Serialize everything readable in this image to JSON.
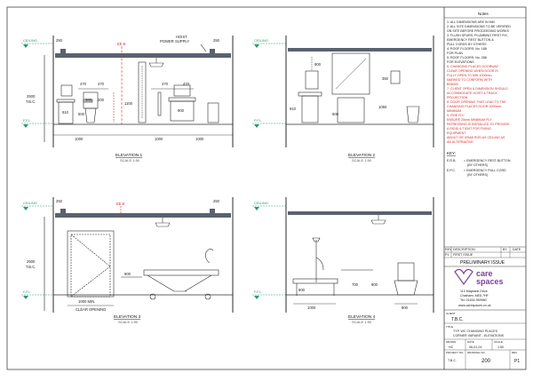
{
  "colors": {
    "line": "#2b2b2b",
    "dim": "#222222",
    "level_marker": "#2a9a6a",
    "red_note": "#d23030",
    "brand_purple": "#7c3f98",
    "ceiling_fill": "#5a6270"
  },
  "elevations": [
    {
      "title": "ELEVATION 1",
      "scale": "SCALE 1:50",
      "ceiling_label": "CEILING",
      "ffl_label": "F.F.L.",
      "height_dim": "2500",
      "height_sub": "T.B.C.",
      "top_dims": [
        "250",
        "250"
      ],
      "hoist_label": "HOIST",
      "power_label": "POWER SUPPLY",
      "red_dim_top": "EE.E",
      "inner_dims": [
        "470",
        "470",
        "470",
        "470",
        "300",
        "200",
        "900",
        "600",
        "1100"
      ],
      "bottom_dims": [
        "1000",
        "1000",
        "1000"
      ],
      "left_dim": "910"
    },
    {
      "title": "ELEVATION 2",
      "scale": "SCALE 1:50",
      "ceiling_label": "CEILING",
      "ffl_label": "F.F.L.",
      "inner_dims": [
        "900",
        "910",
        "600",
        "1050",
        "350"
      ]
    },
    {
      "title": "ELEVATION 3",
      "scale": "SCALE 1:50",
      "ceiling_label": "CEILING",
      "ffl_label": "F.F.L.",
      "height_dim": "2500",
      "height_sub": "T.B.C.",
      "top_dims": [
        "250",
        "250"
      ],
      "red_dim_top": "EE.E",
      "inner_dims": [
        "900"
      ],
      "door_dim": "1000 MIN.",
      "door_label": "CLEAR OPENING"
    },
    {
      "title": "ELEVATION 4",
      "scale": "SCALE 1:50",
      "ceiling_label": "CEILING",
      "ffl_label": "F.F.L.",
      "inner_dims": [
        "900",
        "700",
        "900"
      ],
      "bottom_dims": [
        "1000",
        "800"
      ]
    }
  ],
  "notes": {
    "heading": "Notes",
    "items": [
      "1.  ALL DIMENSIONS ARE IN MM",
      "2.  ALL SITE DIMENSIONS TO BE VERIFIED",
      "     ON SITE BEFORE PROCEEDING WORKS",
      "3.  FLUSH SPURS, PLUMBING FIRST FIX,",
      "     EMERGENCY REST BUTTON &",
      "     PULL CORDS BY OTHERS",
      "4.  ROOF FLOORS: No. 188",
      "     FOR PLAN",
      "5.  ROOF FLOORS: No. 288",
      "     FOR ELEVATIONS"
    ],
    "red_items": [
      "6.  CHANGING PLACES DOORWAY:",
      "     CLEAR OPENING WHEN DOOR IS",
      "     FULLY OPEN TO MIN 1000mm",
      "     MARKED TO CONFORM WITH",
      "     BS8300",
      "7.  CLIENT OPEN & DIMENSION SHOULD",
      "     ACCOMMODATE HOIST & TRACK",
      "     PROJECTION",
      "8.  DOOR OPENING THAT LEAD TO THE",
      "     CHANGING PLACES DOOR 1000mm",
      "     MINIMUM",
      "9.  FIRE FIX:",
      "     ENSURE 25mm MINIMUM PLY",
      "     PATRESSING IS INSTALLED TO PROVIDE",
      "     A RIGID & TIGHT FOR FIXING",
      "     EQUIPMENT",
      "     ABOUT OR GRAB ROD AS CEILING AS",
      "     AN ALTERNATIVE"
    ]
  },
  "key": {
    "heading": "KEY:",
    "items": [
      {
        "code": "E.R.B.",
        "text": "= EMERGENCY REST BUTTON",
        "sub": "(BY OTHERS)"
      },
      {
        "code": "E.P.C.",
        "text": "= EMERGENCY PULL CORD",
        "sub": "(BY OTHERS)"
      }
    ]
  },
  "revision": {
    "headers": [
      "REV",
      "DESCRIPTION",
      "BY",
      "DATE"
    ],
    "row": [
      "P1",
      "FIRST ISSUE",
      "",
      ""
    ],
    "status": "PRELIMINARY ISSUE"
  },
  "company": {
    "name_line1": "care",
    "name_line2": "spaces",
    "address1": "110 Maybank Drive",
    "address2": "Chatham, ME5 7HF",
    "phone": "Tel: 01634 969980",
    "web": "www.carespaces.co.uk"
  },
  "titleblock": {
    "client_label": "CLIENT",
    "client": "T.B.C.",
    "title_label": "TITLE",
    "title_line1": "TYP. WC CHANGING PLACES",
    "title_line2": "CORNER VARIANT - ELEVATIONS",
    "drawn_label": "DRAWN",
    "drawn": "HC",
    "date_label": "DATE",
    "date": "06-01-24",
    "scale_label": "SCALE",
    "scale": "1:50",
    "project_label": "PROJECT NO.",
    "project": "T.B.C.",
    "drawing_label": "DRAWING NO.",
    "drawing": "200",
    "rev_label": "REV",
    "rev": "P1"
  }
}
